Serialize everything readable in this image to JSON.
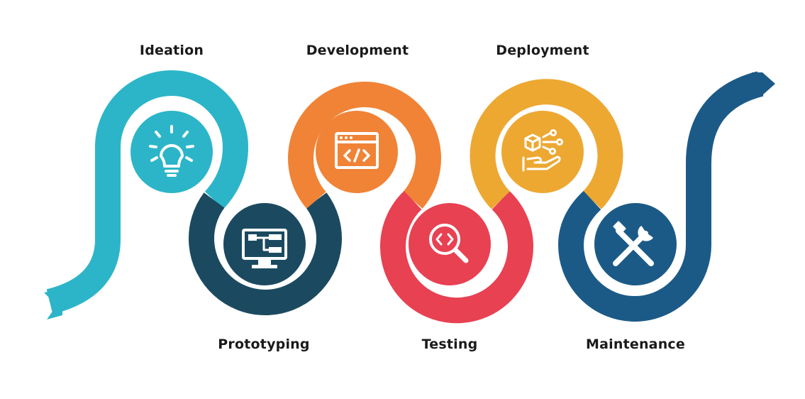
{
  "diagram": {
    "stages": [
      {
        "id": "ideation",
        "label": "Ideation",
        "icon": "lightbulb-icon",
        "color": "#2cb5c8"
      },
      {
        "id": "prototyping",
        "label": "Prototyping",
        "icon": "monitor-flowchart-icon",
        "color": "#1b4a60"
      },
      {
        "id": "development",
        "label": "Development",
        "icon": "code-window-icon",
        "color": "#f08336"
      },
      {
        "id": "testing",
        "label": "Testing",
        "icon": "code-magnifier-icon",
        "color": "#e84152"
      },
      {
        "id": "deployment",
        "label": "Deployment",
        "icon": "hand-delivery-icon",
        "color": "#eda832"
      },
      {
        "id": "maintenance",
        "label": "Maintenance",
        "icon": "wrench-tools-icon",
        "color": "#1b5a87"
      }
    ]
  }
}
